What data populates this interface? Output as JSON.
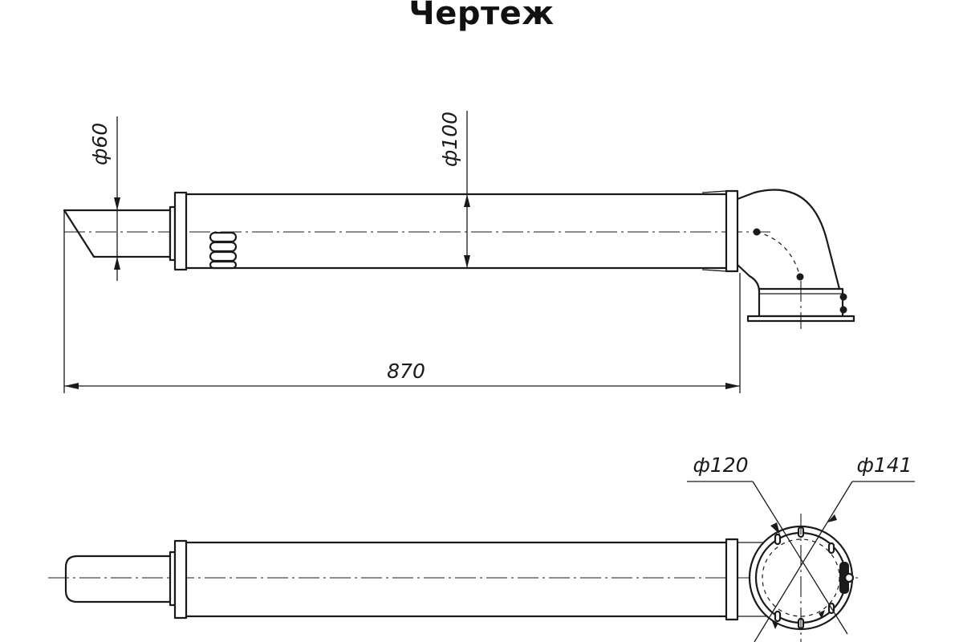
{
  "page": {
    "title": "Чертеж"
  },
  "dimensions": {
    "d60": "ф60",
    "d100": "ф100",
    "length": "870",
    "d120": "ф120",
    "d141": "ф141"
  },
  "colors": {
    "line": "#1a1a1a",
    "background": "#ffffff"
  }
}
